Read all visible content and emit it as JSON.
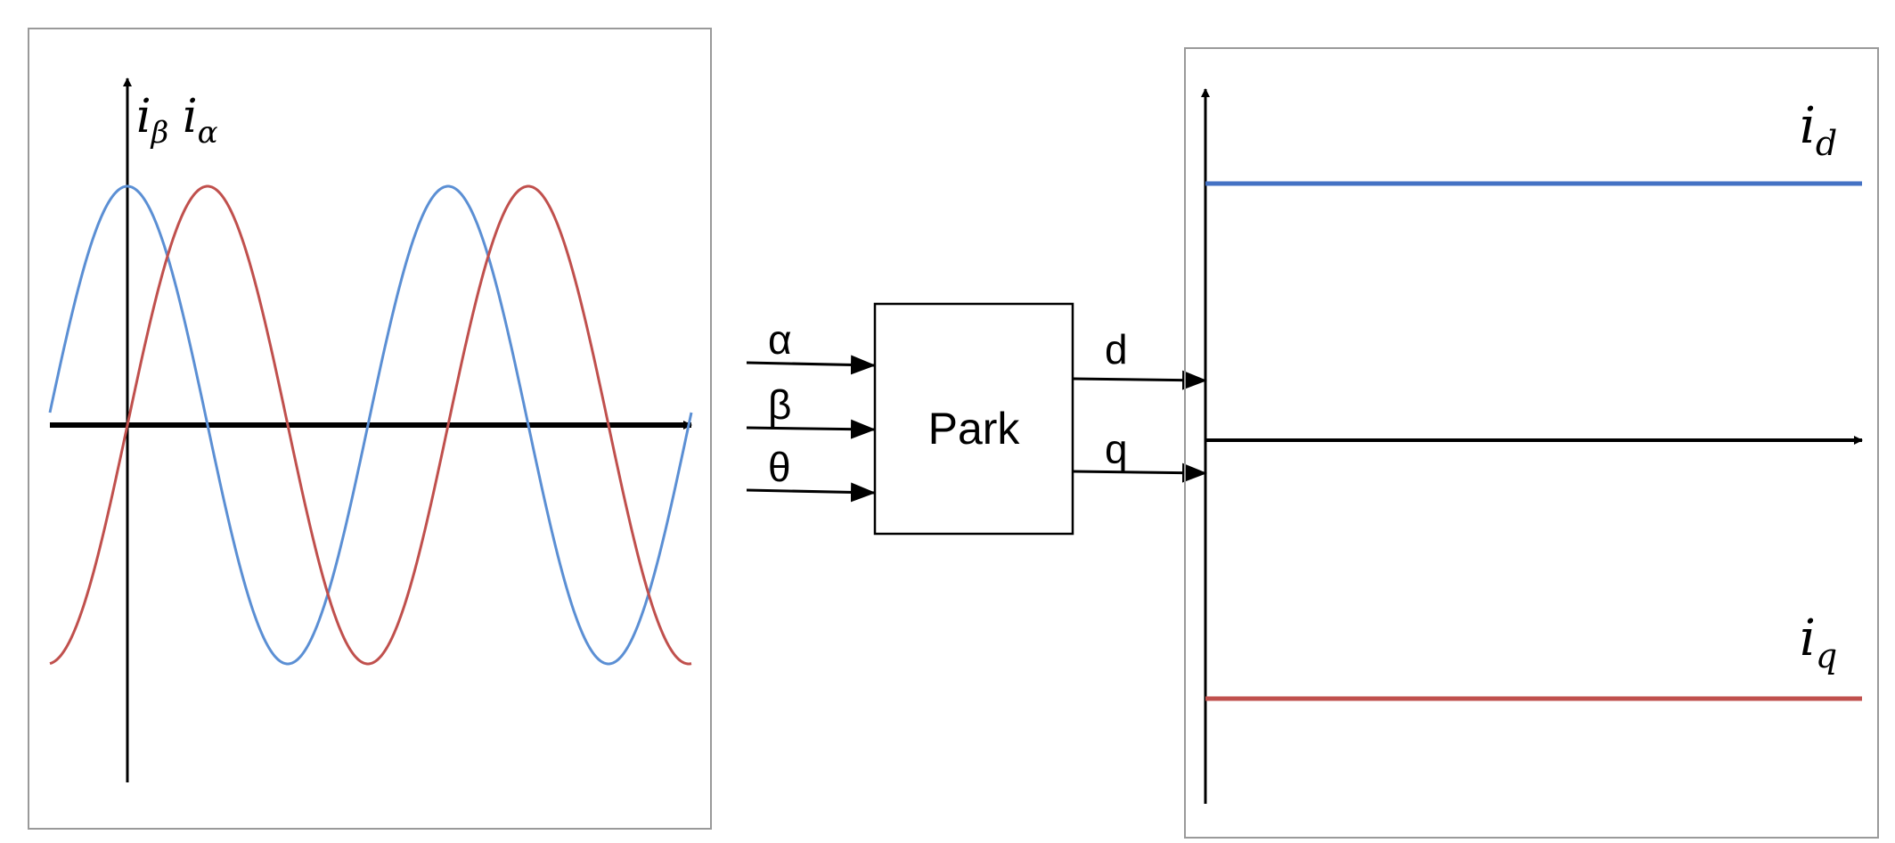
{
  "left_panel": {
    "axis_label_beta": "i",
    "axis_label_beta_sub": "β",
    "axis_label_alpha": "i",
    "axis_label_alpha_sub": "α",
    "wave_colors": {
      "i_beta": "#5b8fd4",
      "i_alpha": "#c0504d"
    }
  },
  "park_block": {
    "label": "Park",
    "inputs": [
      "α",
      "β",
      "θ"
    ],
    "outputs": [
      "d",
      "q"
    ]
  },
  "right_panel": {
    "id_label": "i",
    "id_sub": "d",
    "iq_label": "i",
    "iq_sub": "q",
    "line_colors": {
      "i_d": "#4472c4",
      "i_q": "#c0504d"
    }
  }
}
